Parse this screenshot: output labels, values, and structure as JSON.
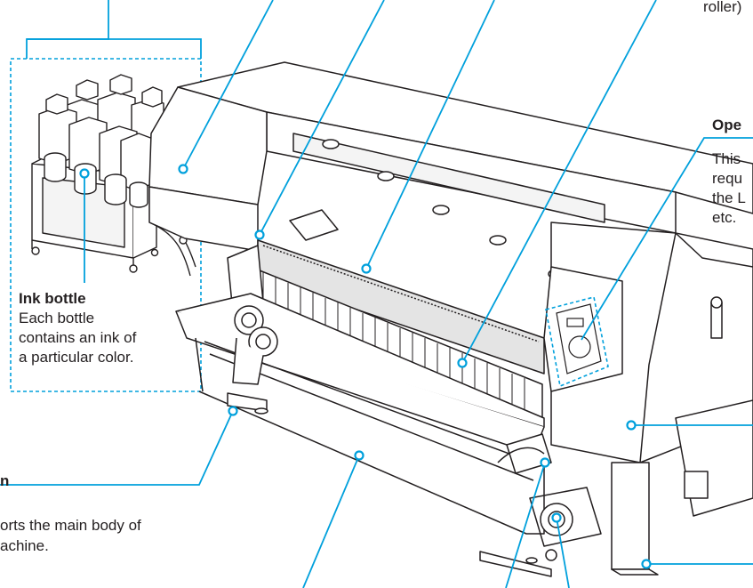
{
  "colors": {
    "callout": "#00a0dc",
    "line_art": "#231f20",
    "text": "#231f20",
    "highlight_fill": "#f7f7f7"
  },
  "labels": {
    "top_right_fragment": "roller)",
    "operation_panel": {
      "title": "Ope",
      "desc_lines": [
        "This",
        "requ",
        "the L",
        "etc."
      ]
    },
    "ink_bottle": {
      "title": "Ink bottle",
      "desc_lines": [
        "Each bottle",
        "contains an ink of",
        "a particular color."
      ]
    },
    "stand": {
      "title_fragment": "n",
      "desc_lines": [
        "orts the main body of",
        "achine."
      ]
    }
  }
}
